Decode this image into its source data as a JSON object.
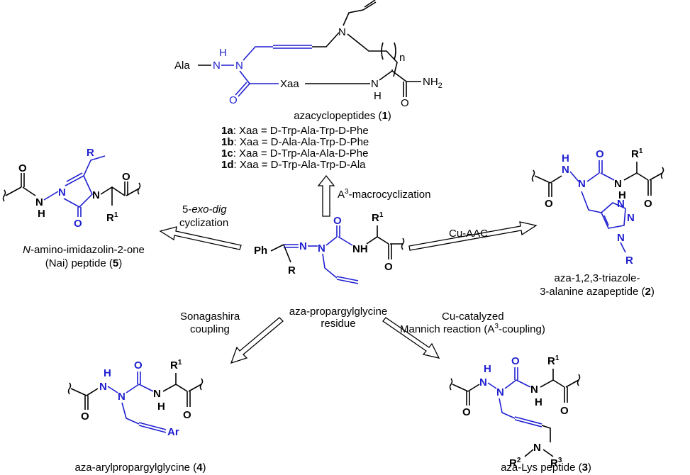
{
  "colors": {
    "blue": "#1f1fd0",
    "black": "#000000"
  },
  "top": {
    "name_prefix": "azacyclopeptides (",
    "name_num": "1",
    "name_suffix": ")",
    "list": [
      {
        "id": "1a",
        "text": ": Xaa = D-Trp-Ala-Trp-D-Phe"
      },
      {
        "id": "1b",
        "text": ": Xaa = D-Ala-Ala-Trp-D-Phe"
      },
      {
        "id": "1c",
        "text": ": Xaa = D-Trp-Ala-Ala-D-Phe"
      },
      {
        "id": "1d",
        "text": ": Xaa = D-Trp-Ala-Trp-D-Ala"
      }
    ],
    "atoms": {
      "ala": "Ala",
      "h": "H",
      "n": "N",
      "xaa": "Xaa",
      "o": "O",
      "nh2": "NH",
      "sub2": "2",
      "sub_n": "n"
    }
  },
  "center": {
    "name_line1": "aza-propargylglycine",
    "name_line2": "residue",
    "atoms": {
      "ph": "Ph",
      "r": "R",
      "n": "N",
      "o": "O",
      "nh": "NH",
      "r1": "R",
      "sup1": "1"
    }
  },
  "left": {
    "name_line1_italic": "N",
    "name_line1_rest": "-amino-imidazolin-2-one",
    "name_line2_prefix": "(Nai) peptide (",
    "name_line2_num": "5",
    "name_line2_suffix": ")",
    "atoms": {
      "r": "R",
      "o": "O",
      "n": "N",
      "nh": "H",
      "r1": "R",
      "sup1": "1"
    }
  },
  "right": {
    "name_line1": "aza-1,2,3-triazole-",
    "name_line2_prefix": "3-alanine azapeptide (",
    "name_line2_num": "2",
    "name_line2_suffix": ")",
    "atoms": {
      "o": "O",
      "h": "H",
      "n": "N",
      "nh": "H",
      "r1": "R",
      "sup1": "1",
      "r": "R"
    }
  },
  "bottom_left": {
    "name_prefix": "aza-arylpropargylglycine (",
    "name_num": "4",
    "name_suffix": ")",
    "atoms": {
      "o": "O",
      "h": "H",
      "n": "N",
      "r1": "R",
      "sup1": "1",
      "ar": "Ar"
    }
  },
  "bottom_right": {
    "name_prefix": "aza-Lys peptide (",
    "name_num": "3",
    "name_suffix": ")",
    "atoms": {
      "o": "O",
      "h": "H",
      "n": "N",
      "r1": "R",
      "sup1": "1",
      "r2": "R",
      "sup2": "2",
      "r3": "R",
      "sup3": "3"
    }
  },
  "arrows": {
    "up_label_prefix": "A",
    "up_label_sup": "3",
    "up_label_suffix": "-macrocyclization",
    "left_label1_num": "5-",
    "left_label1_italic": "exo-dig",
    "left_label2": "cyclization",
    "right_label": "Cu-AAC",
    "bl_label1": "Sonagashira",
    "bl_label2": "coupling",
    "br_label1": "Cu-catalyzed",
    "br_label2": "Mannich reaction (A",
    "br_label2_sup": "3",
    "br_label2_suffix": "-coupling)"
  }
}
